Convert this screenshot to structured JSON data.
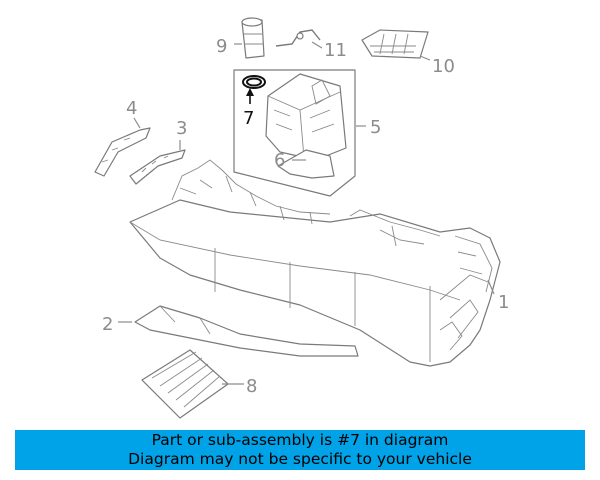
{
  "callouts": {
    "c1": "1",
    "c2": "2",
    "c3": "3",
    "c4": "4",
    "c5": "5",
    "c6": "6",
    "c7": "7",
    "c8": "8",
    "c9": "9",
    "c10": "10",
    "c11": "11"
  },
  "highlighted_part": "7",
  "colors": {
    "banner": "#00a2e8",
    "line_art": "#7a7a7a",
    "highlight": "#111111"
  },
  "banner": {
    "line1": "Part or sub-assembly is #7 in diagram",
    "line2": "Diagram may not be specific to your vehicle"
  }
}
